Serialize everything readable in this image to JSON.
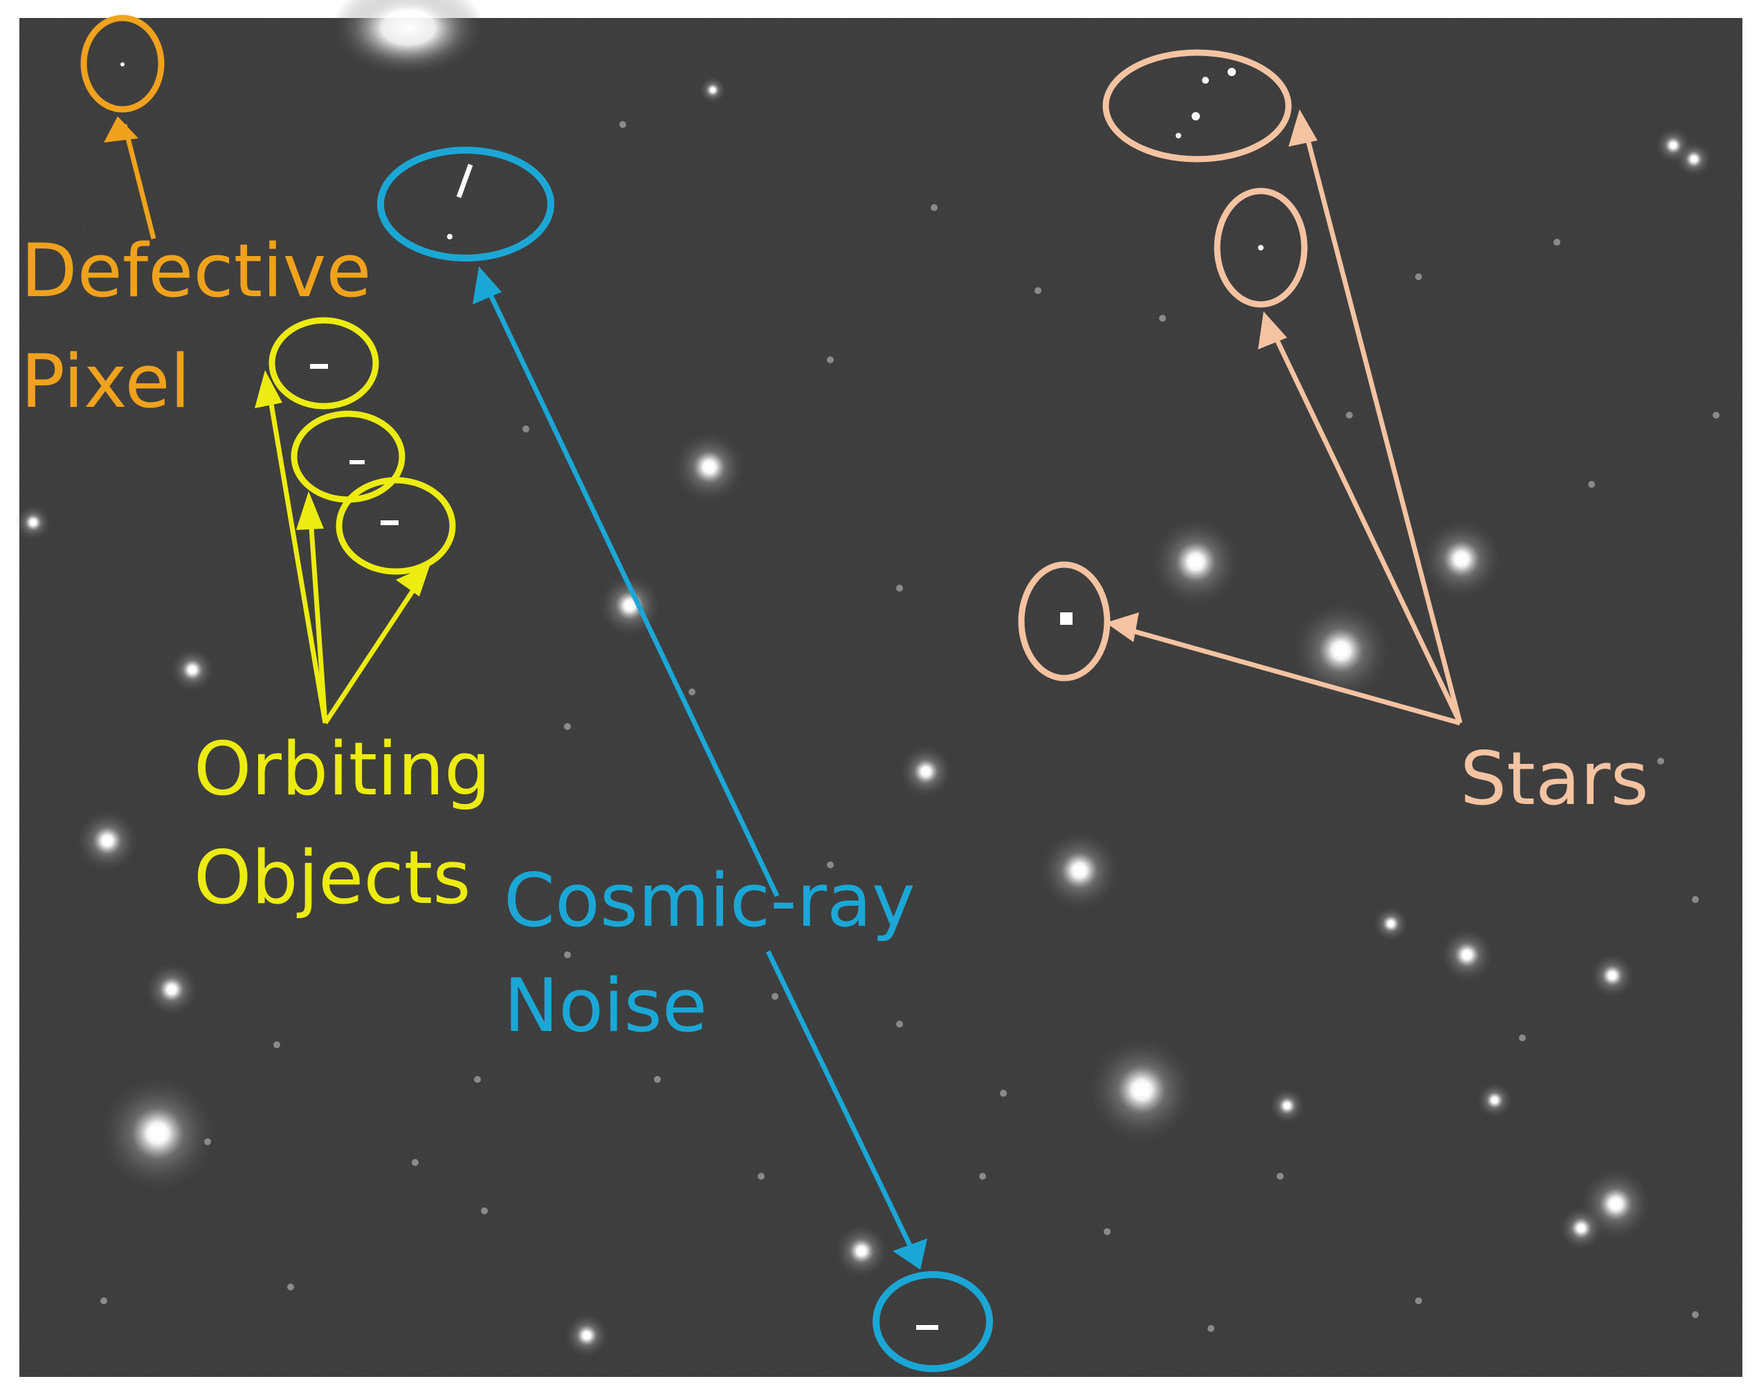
{
  "colors": {
    "defective": "#f0a21c",
    "orbiting": "#ecec10",
    "cosmic": "#1ba7d6",
    "stars": "#f4c3a2",
    "sky": "#2f2f2f"
  },
  "labels": {
    "defective_pixel": [
      "Defective",
      "Pixel"
    ],
    "orbiting_objects": [
      "Orbiting",
      "Objects"
    ],
    "cosmic_ray_noise": [
      "Cosmic-ray",
      "Noise"
    ],
    "stars": [
      "Stars"
    ]
  }
}
